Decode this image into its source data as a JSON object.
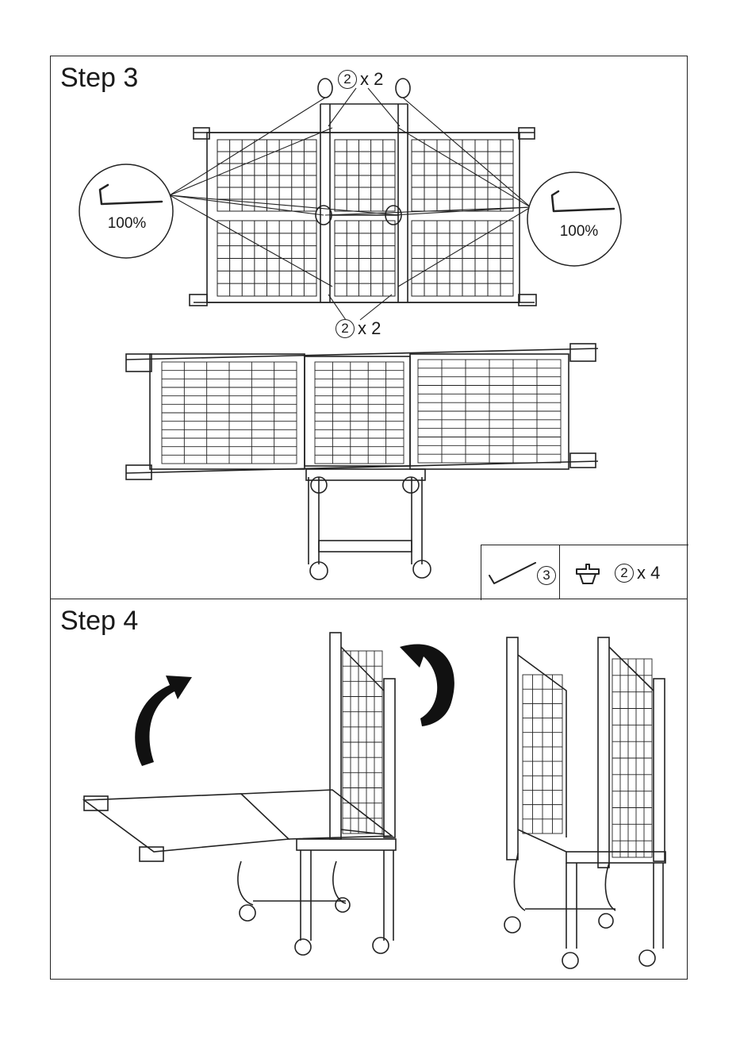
{
  "step3": {
    "title": "Step 3",
    "top_callout": {
      "part": "2",
      "qty": "x 2"
    },
    "bottom_callout": {
      "part": "2",
      "qty": "x 2"
    },
    "tool_left_pct": "100%",
    "tool_right_pct": "100%",
    "parts": {
      "allen_key": {
        "part": "3",
        "icon": "allen-key-icon"
      },
      "bolt": {
        "part": "2",
        "qty": "x 4",
        "icon": "bolt-icon"
      }
    }
  },
  "step4": {
    "title": "Step 4",
    "arrow_left": "rotate-up-arrow-icon",
    "arrow_right": "rotate-down-arrow-icon"
  }
}
